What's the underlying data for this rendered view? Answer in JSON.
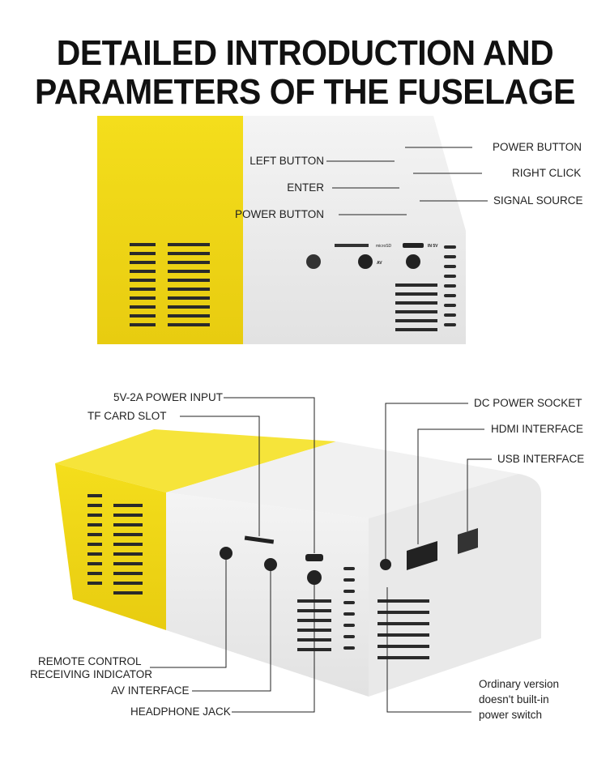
{
  "title": {
    "line1": "DETAILED INTRODUCTION AND",
    "line2": "PARAMETERS OF THE FUSELAGE"
  },
  "top_view": {
    "labels": {
      "power_button_right": "POWER BUTTON",
      "right_click": "RIGHT CLICK",
      "signal_source": "SIGNAL SOURCE",
      "left_button": "LEFT BUTTON",
      "enter": "ENTER",
      "power_button_left": "POWER BUTTON"
    },
    "port_marks": {
      "microsd": "microSD",
      "in5v": "IN 5V",
      "av": "AV"
    }
  },
  "bottom_view": {
    "labels": {
      "power_input": "5V-2A POWER INPUT",
      "tf_card": "TF CARD SLOT",
      "dc_socket": "DC POWER SOCKET",
      "hdmi": "HDMI INTERFACE",
      "usb": "USB INTERFACE",
      "remote_line1": "REMOTE CONTROL",
      "remote_line2": "RECEIVING INDICATOR",
      "av": "AV INTERFACE",
      "headphone": "HEADPHONE JACK",
      "note_line1": "Ordinary version",
      "note_line2": "doesn't built-in",
      "note_line3": "power switch"
    }
  },
  "colors": {
    "yellow": "#f2dc1a",
    "white_body": "#eeeeee"
  }
}
